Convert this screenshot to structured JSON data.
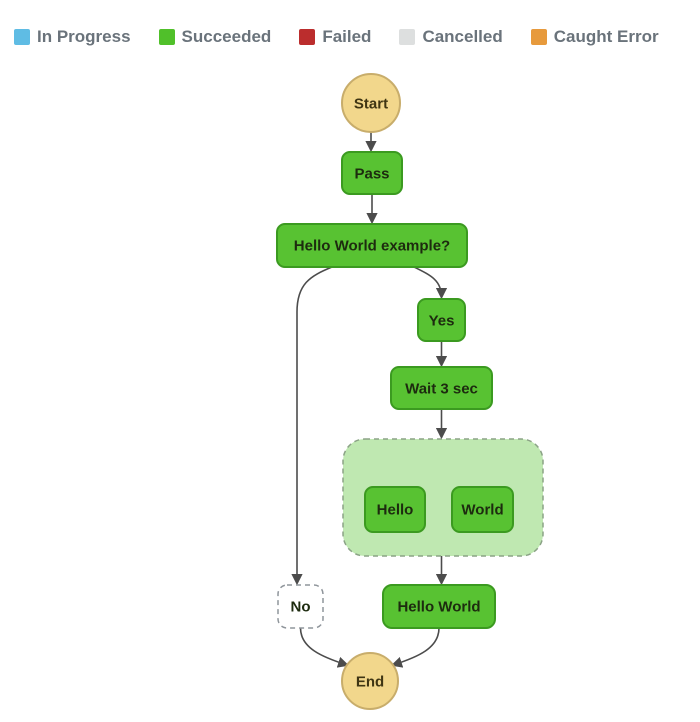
{
  "legend": {
    "items": [
      {
        "label": "In Progress",
        "color": "#5FBCE4"
      },
      {
        "label": "Succeeded",
        "color": "#50C02A"
      },
      {
        "label": "Failed",
        "color": "#BB2D2D"
      },
      {
        "label": "Cancelled",
        "color": "#DDDFDF"
      },
      {
        "label": "Caught Error",
        "color": "#E79A3C"
      }
    ]
  },
  "colors": {
    "succeeded_fill": "#58C232",
    "succeeded_border": "#3B9A20",
    "terminal_fill": "#F2D78C",
    "terminal_border": "#C8AD6B",
    "container_fill": "#BFE8B1",
    "container_border": "#8BA386",
    "notrun_border": "#8F959B",
    "edge_color": "#4C4C4C",
    "node_text": "#1D2B0F",
    "terminal_text": "#3F3513",
    "legend_text": "#6A737B"
  },
  "nodes": {
    "start": {
      "label": "Start"
    },
    "pass": {
      "label": "Pass"
    },
    "choice": {
      "label": "Hello World example?"
    },
    "yes": {
      "label": "Yes"
    },
    "wait": {
      "label": "Wait 3 sec"
    },
    "hello": {
      "label": "Hello"
    },
    "world": {
      "label": "World"
    },
    "no": {
      "label": "No"
    },
    "hello_world": {
      "label": "Hello World"
    },
    "end": {
      "label": "End"
    }
  }
}
